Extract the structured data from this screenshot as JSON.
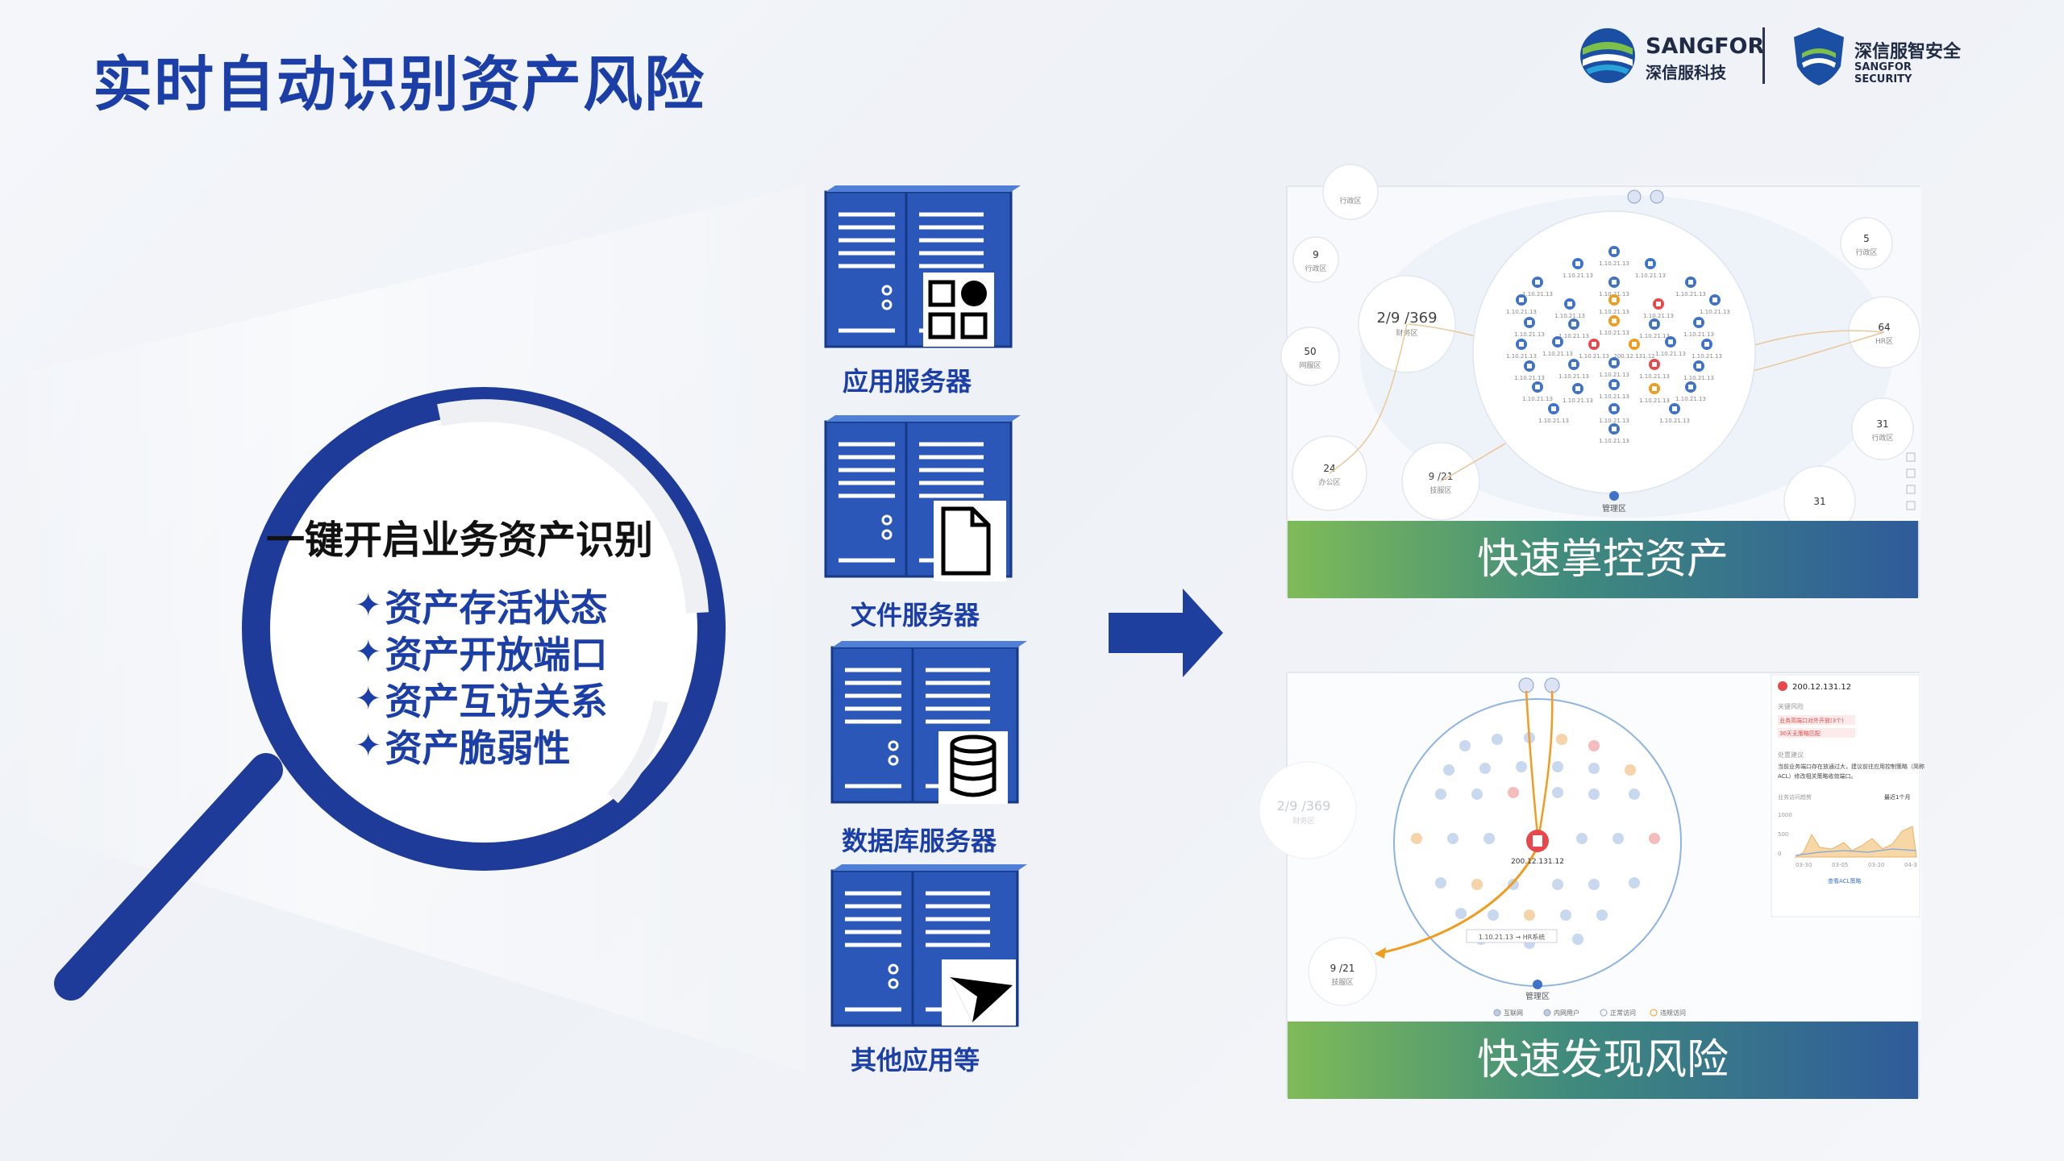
{
  "title": "实时自动识别资产风险",
  "logos": {
    "sangfor_name": "SANGFOR",
    "sangfor_cn": "深信服科技",
    "security_cn": "深信服智安全",
    "security_en": "SANGFOR SECURITY"
  },
  "magnifier": {
    "heading": "一键开启业务资产识别",
    "features": [
      "资产存活状态",
      "资产开放端口",
      "资产互访关系",
      "资产脆弱性"
    ],
    "bullet_symbol": "✦"
  },
  "servers": [
    {
      "label": "应用服务器",
      "icon": "apps-grid-icon"
    },
    {
      "label": "文件服务器",
      "icon": "file-icon"
    },
    {
      "label": "数据库服务器",
      "icon": "database-icon"
    },
    {
      "label": "其他应用等",
      "icon": "paper-plane-icon"
    }
  ],
  "panels": {
    "top": {
      "banner": "快速掌控资产",
      "zones": [
        {
          "label": "行政区",
          "count": ""
        },
        {
          "label": "行政区",
          "count": "9"
        },
        {
          "label": "财务区",
          "count": "2/9 /369"
        },
        {
          "label": "网服区",
          "count": "50"
        },
        {
          "label": "办公区",
          "count": "24"
        },
        {
          "label": "技服区",
          "count": "9 /21"
        },
        {
          "label": "行政区",
          "count": "5"
        },
        {
          "label": "HR区",
          "count": "64"
        },
        {
          "label": "行政区",
          "count": "31"
        },
        {
          "label": "",
          "count": "31"
        }
      ],
      "center_label": "管理区",
      "node_ip": "1.10.21.13",
      "center_ip": "200.12.131.12"
    },
    "bottom": {
      "banner": "快速发现风险",
      "center_ip": "200.12.131.12",
      "center_label": "管理区",
      "hover_label": "1.10.21.13 → HR系统",
      "left_zone": {
        "count": "9 /21",
        "label": "技服区"
      },
      "faded_zone": {
        "count": "2/9 /369",
        "label": "财务区"
      },
      "detail": {
        "ip": "200.12.131.12",
        "risk_title": "关键风险",
        "risks": [
          "业务高端口对外开放(3个)",
          "30天无策略匹配"
        ],
        "advice_title": "处置建议",
        "advice": "当前业务端口存在放通过大，建议前往应用控制策略（简称ACL）修改相关策略收敛端口。",
        "trend_title": "业务访问趋势",
        "period": "最近1个月",
        "y_ticks": [
          "1000",
          "500",
          "0"
        ],
        "x_ticks": [
          "03-30",
          "03-05",
          "03-20",
          "04-3"
        ],
        "link": "查看ACL策略"
      },
      "legend": [
        "互联网",
        "内网用户",
        "正常访问",
        "违规访问"
      ]
    }
  },
  "colors": {
    "brand_blue": "#1b3fa6",
    "node_blue": "#3f73c9",
    "node_orange": "#f29c1f",
    "node_red": "#e8484b"
  }
}
